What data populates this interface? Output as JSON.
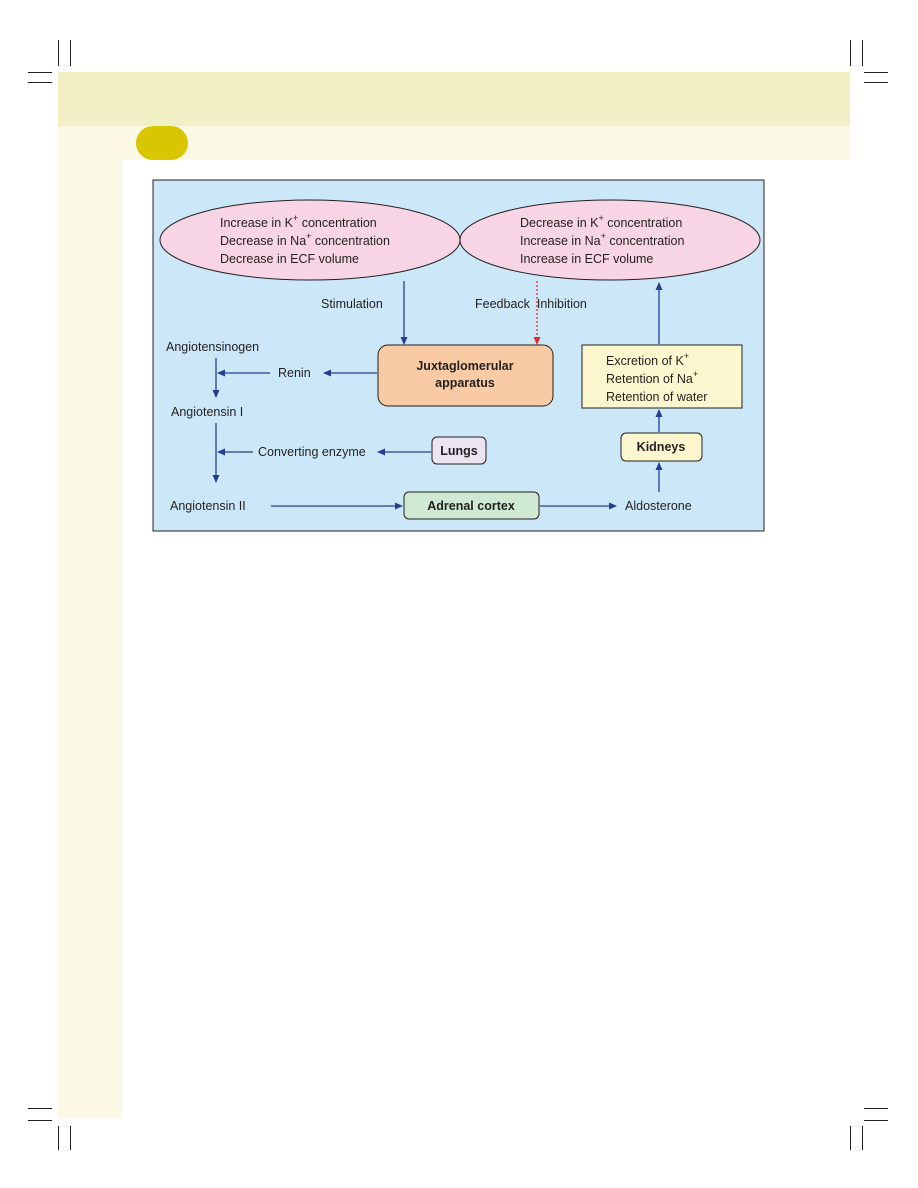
{
  "diagram": {
    "left_ellipse": {
      "line1": "Increase in K",
      "line1_sup": "+",
      "line1_rest": " concentration",
      "line2": "Decrease in Na",
      "line2_sup": "+",
      "line2_rest": " concentration",
      "line3": "Decrease in ECF volume"
    },
    "right_ellipse": {
      "line1": "Decrease in K",
      "line1_sup": "+",
      "line1_rest": " concentration",
      "line2": "Increase in Na",
      "line2_sup": "+",
      "line2_rest": " concentration",
      "line3": "Increase in ECF volume"
    },
    "stimulation": "Stimulation",
    "feedback_inhibition": "Feedback  Inhibition",
    "jga_line1": "Juxtaglomerular",
    "jga_line2": "apparatus",
    "renin": "Renin",
    "angiotensinogen": "Angiotensinogen",
    "angiotensin_1": "Angiotensin I",
    "converting_enzyme": "Converting enzyme",
    "lungs": "Lungs",
    "angiotensin_2": "Angiotensin II",
    "adrenal_cortex": "Adrenal cortex",
    "aldosterone": "Aldosterone",
    "kidneys": "Kidneys",
    "effects": {
      "line1": "Excretion of K",
      "line1_sup": "+",
      "line2": "Retention of Na",
      "line2_sup": "+",
      "line3": "Retention of water"
    }
  },
  "colors": {
    "diagram_bg": "#cce8f8",
    "ellipse_fill": "#f7d5e4",
    "jga_fill": "#f8cba4",
    "effects_fill": "#fdf7cf",
    "kidneys_fill": "#fdf7cf",
    "lungs_fill": "#ece4f1",
    "adrenal_fill": "#cfe9d2",
    "arrow": "#263e8f",
    "inhibition_arrow": "#e52a2a",
    "chapter_tab": "#d8c700",
    "header_band": "#f1f0c4"
  }
}
